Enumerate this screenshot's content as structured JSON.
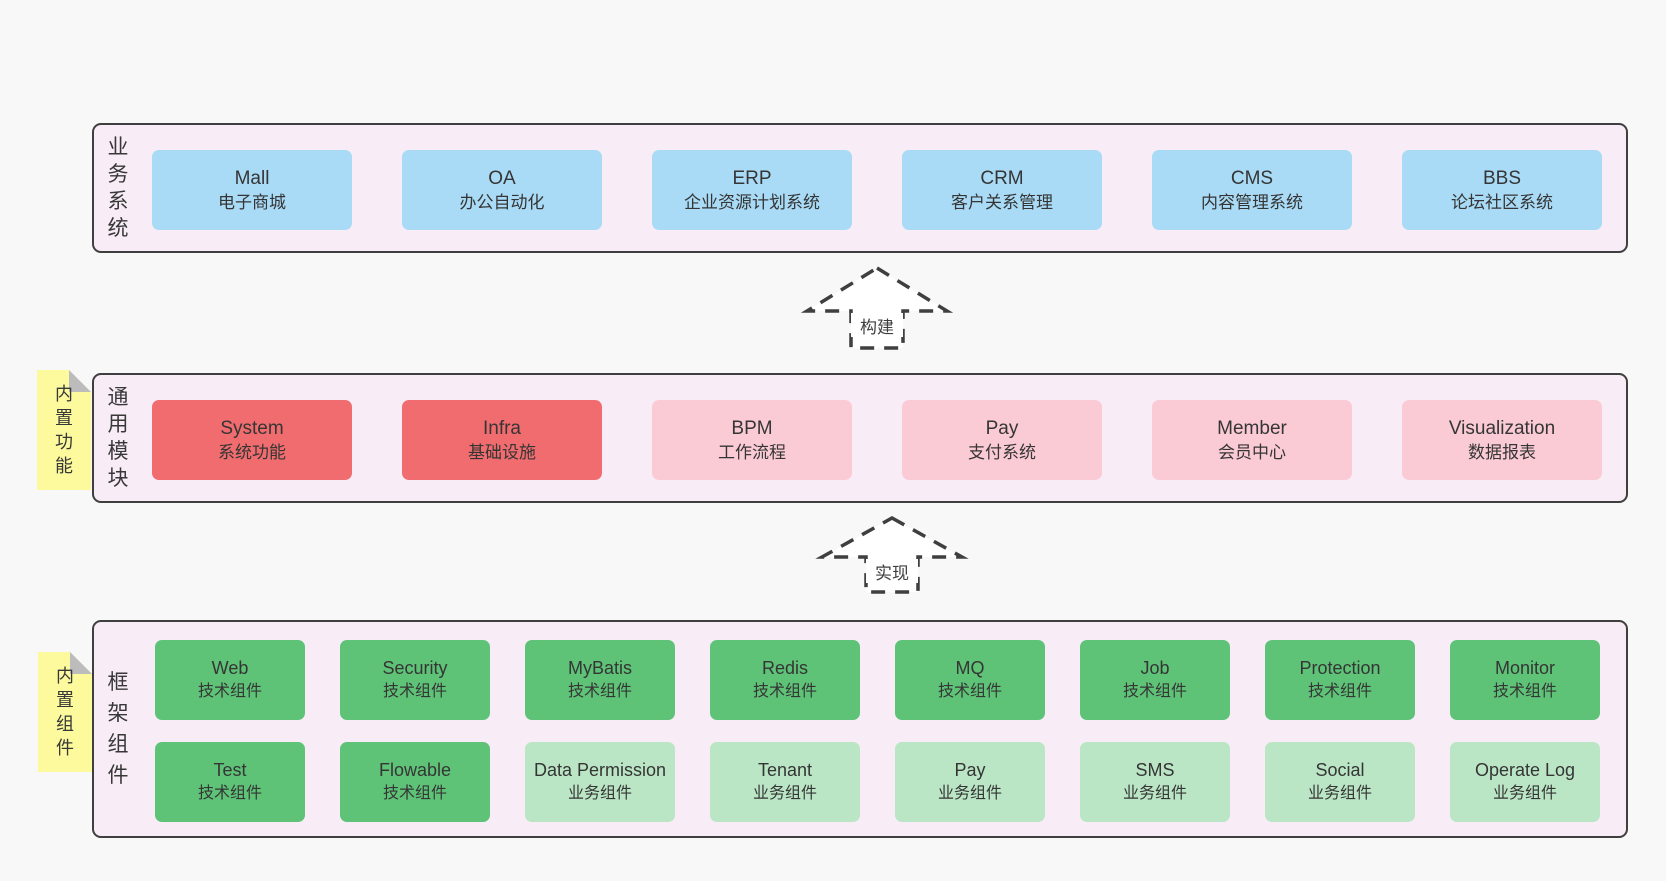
{
  "colors": {
    "background": "#f8f8f8",
    "panel_fill": "#f8edf6",
    "panel_border": "#3f3f3f",
    "blue": "#a9dbf6",
    "red": "#f16c6e",
    "pink": "#fbcbd5",
    "green": "#5ec377",
    "light_green": "#bae6c5",
    "note_yellow": "#fcfa9d",
    "note_fold": "#bcbcbc",
    "text": "#383838"
  },
  "layers": [
    {
      "label": "业务系统",
      "boxes": [
        {
          "name": "Mall",
          "desc": "电子商城",
          "color": "blue"
        },
        {
          "name": "OA",
          "desc": "办公自动化",
          "color": "blue"
        },
        {
          "name": "ERP",
          "desc": "企业资源计划系统",
          "color": "blue"
        },
        {
          "name": "CRM",
          "desc": "客户关系管理",
          "color": "blue"
        },
        {
          "name": "CMS",
          "desc": "内容管理系统",
          "color": "blue"
        },
        {
          "name": "BBS",
          "desc": "论坛社区系统",
          "color": "blue"
        }
      ]
    },
    {
      "label": "通用模块",
      "note": "内置功能",
      "boxes": [
        {
          "name": "System",
          "desc": "系统功能",
          "color": "red"
        },
        {
          "name": "Infra",
          "desc": "基础设施",
          "color": "red"
        },
        {
          "name": "BPM",
          "desc": "工作流程",
          "color": "pink"
        },
        {
          "name": "Pay",
          "desc": "支付系统",
          "color": "pink"
        },
        {
          "name": "Member",
          "desc": "会员中心",
          "color": "pink"
        },
        {
          "name": "Visualization",
          "desc": "数据报表",
          "color": "pink"
        }
      ]
    },
    {
      "label": "框架组件",
      "note": "内置组件",
      "rows": [
        [
          {
            "name": "Web",
            "desc": "技术组件",
            "color": "green"
          },
          {
            "name": "Security",
            "desc": "技术组件",
            "color": "green"
          },
          {
            "name": "MyBatis",
            "desc": "技术组件",
            "color": "green"
          },
          {
            "name": "Redis",
            "desc": "技术组件",
            "color": "green"
          },
          {
            "name": "MQ",
            "desc": "技术组件",
            "color": "green"
          },
          {
            "name": "Job",
            "desc": "技术组件",
            "color": "green"
          },
          {
            "name": "Protection",
            "desc": "技术组件",
            "color": "green"
          },
          {
            "name": "Monitor",
            "desc": "技术组件",
            "color": "green"
          }
        ],
        [
          {
            "name": "Test",
            "desc": "技术组件",
            "color": "green"
          },
          {
            "name": "Flowable",
            "desc": "技术组件",
            "color": "green"
          },
          {
            "name": "Data Permission",
            "desc": "业务组件",
            "color": "light_green"
          },
          {
            "name": "Tenant",
            "desc": "业务组件",
            "color": "light_green"
          },
          {
            "name": "Pay",
            "desc": "业务组件",
            "color": "light_green"
          },
          {
            "name": "SMS",
            "desc": "业务组件",
            "color": "light_green"
          },
          {
            "name": "Social",
            "desc": "业务组件",
            "color": "light_green"
          },
          {
            "name": "Operate Log",
            "desc": "业务组件",
            "color": "light_green"
          }
        ]
      ]
    }
  ],
  "arrows": [
    {
      "label": "构建"
    },
    {
      "label": "实现"
    }
  ]
}
